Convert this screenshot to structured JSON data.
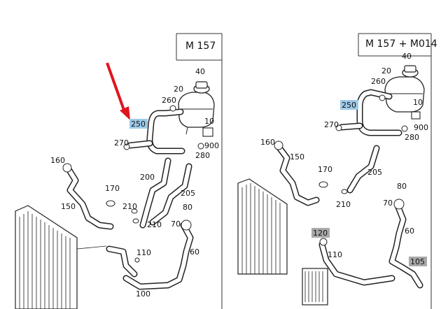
{
  "panels": [
    {
      "title": "M 157",
      "labels": [
        "40",
        "20",
        "260",
        "10",
        "250",
        "270",
        "900",
        "280",
        "160",
        "200",
        "170",
        "205",
        "150",
        "210",
        "210",
        "80",
        "70",
        "110",
        "60",
        "100"
      ]
    },
    {
      "title": "M 157 + M014",
      "labels": [
        "40",
        "20",
        "260",
        "10",
        "250",
        "270",
        "900",
        "280",
        "160",
        "150",
        "170",
        "205",
        "210",
        "80",
        "70",
        "120",
        "60",
        "110",
        "105"
      ]
    }
  ],
  "highlight_colors": {
    "blue": "#9ecae8",
    "gray": "#a9a9a9",
    "arrow": "#e0141e"
  }
}
